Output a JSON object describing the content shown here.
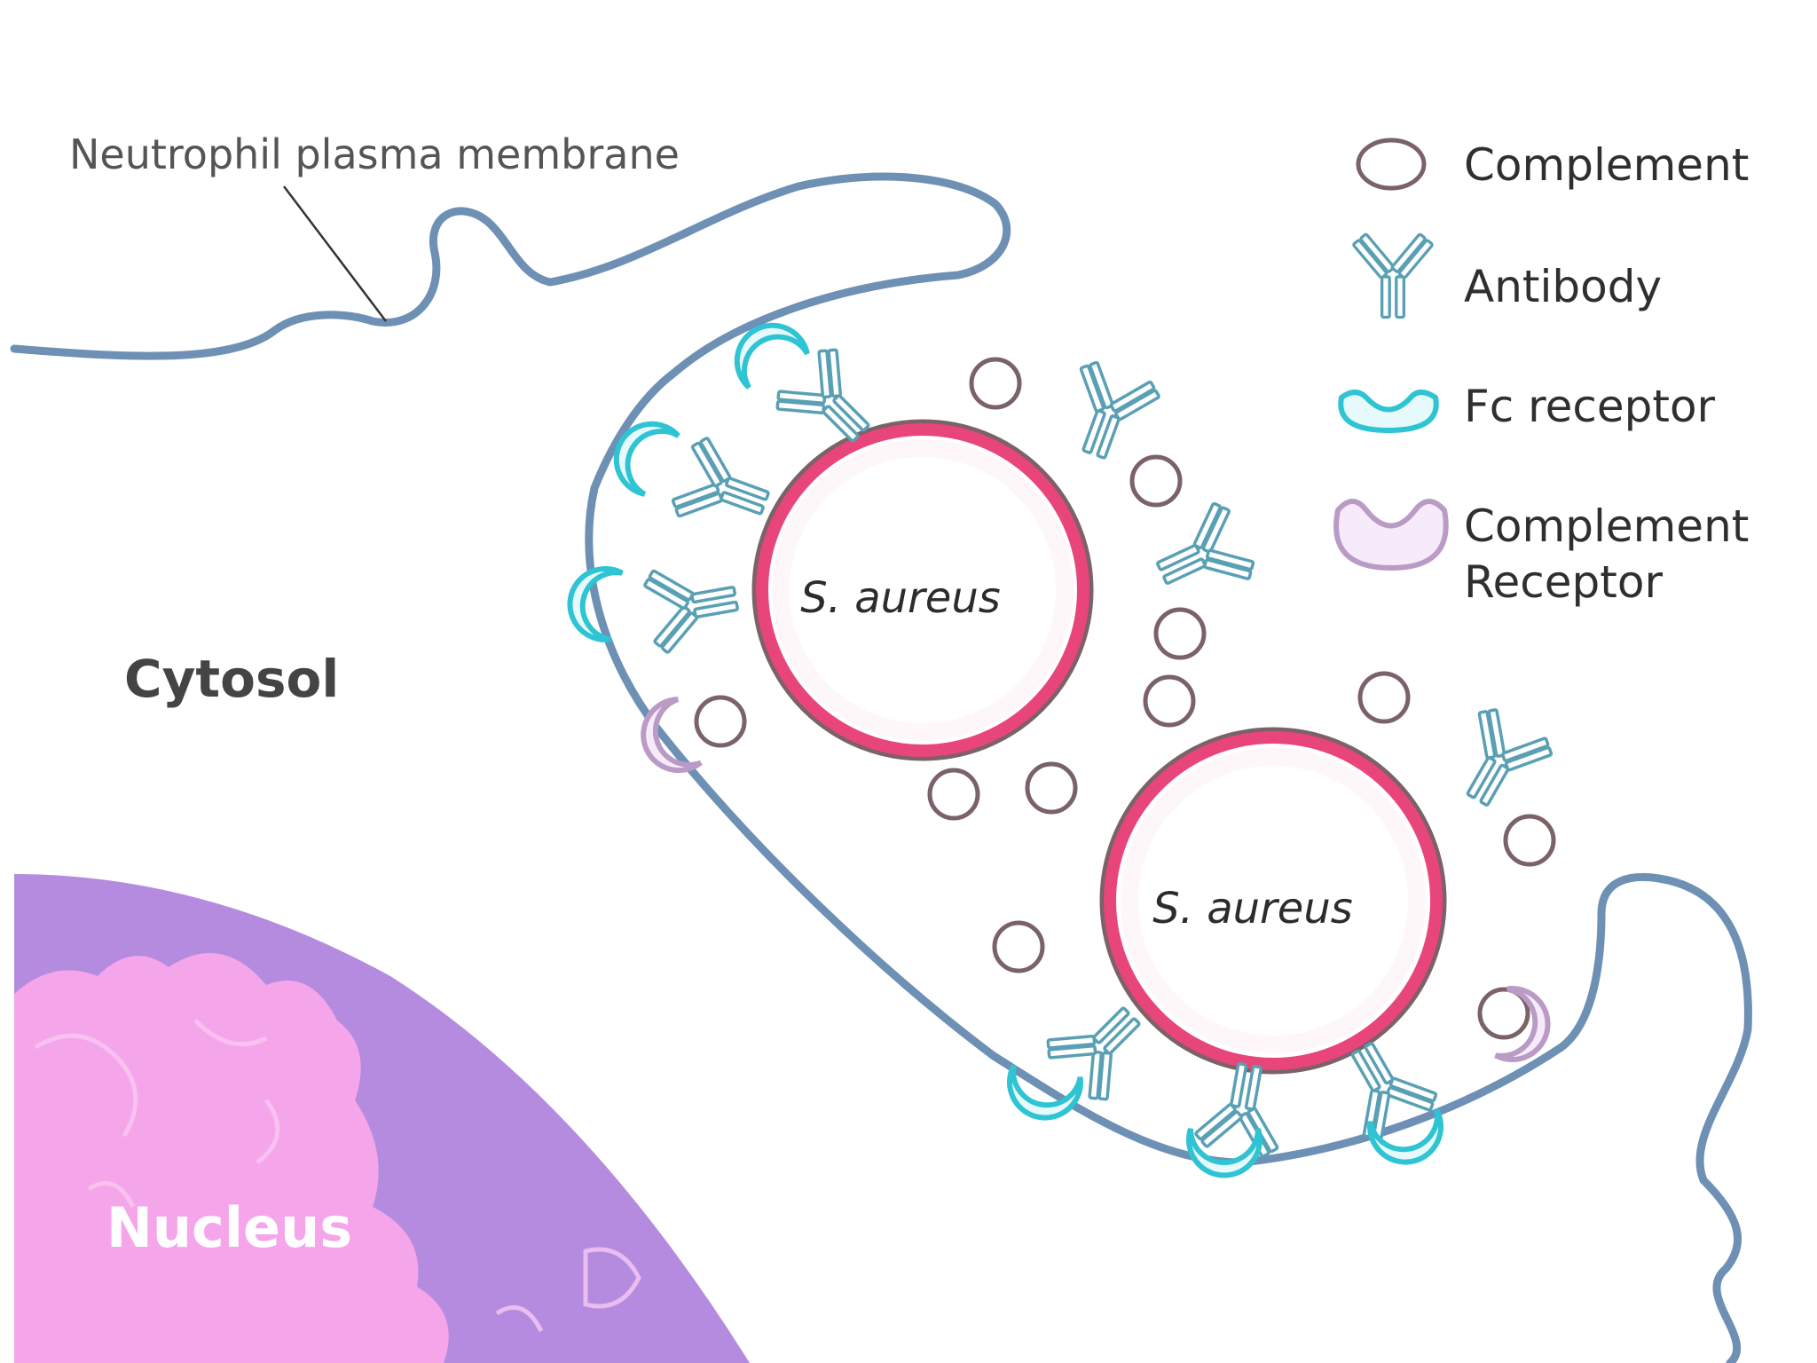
{
  "labels": {
    "membrane": "Neutrophil plasma membrane",
    "cytosol": "Cytosol",
    "nucleus": "Nucleus",
    "bacterium_1": "S. aureus",
    "bacterium_2": "S. aureus"
  },
  "legend": {
    "complement": "Complement",
    "antibody": "Antibody",
    "fc_receptor": "Fc receptor",
    "complement_receptor_line1": "Complement",
    "complement_receptor_line2": "Receptor"
  },
  "colors": {
    "membrane": "#6e90b4",
    "bacterium_ring": "#e8457a",
    "bacterium_outline": "#7a6266",
    "complement": "#7a6266",
    "antibody": "#5aa0b4",
    "fc_receptor": "#2ec4d4",
    "fc_receptor_fill": "#e6f9fb",
    "complement_receptor": "#b99bc6",
    "complement_receptor_fill": "#f7eafa",
    "nucleus_outer": "#b58be0",
    "nucleus_inner": "#f5a6ea"
  }
}
